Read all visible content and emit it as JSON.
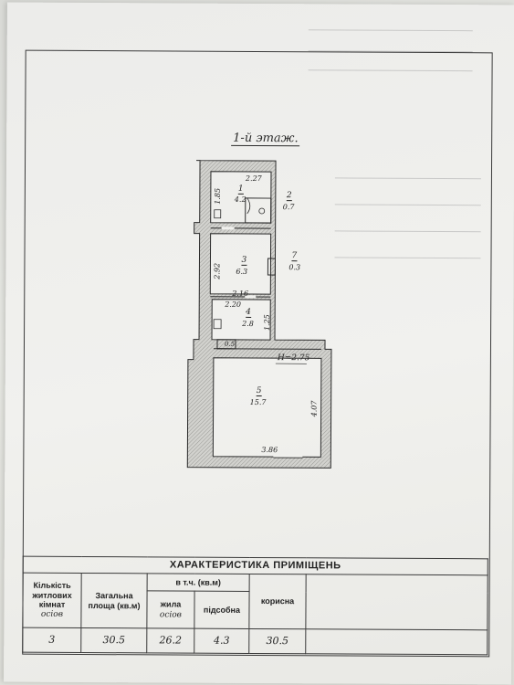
{
  "plan": {
    "floor_title": "1-й этаж.",
    "height_label": "H=2.75",
    "rooms": [
      {
        "no": "1",
        "area": "4.2"
      },
      {
        "no": "2",
        "area": "0.7"
      },
      {
        "no": "3",
        "area": "6.3"
      },
      {
        "no": "4",
        "area": "2.8"
      },
      {
        "no": "5",
        "area": "15.7"
      },
      {
        "no": "7",
        "area": "0.3"
      }
    ],
    "dims": {
      "r1_top": "2.27",
      "r1_side": "1.85",
      "r3_side": "2.92",
      "r3_bottom": "2.16",
      "r4_top": "2.20",
      "r4_side": "1.25",
      "r4_small": "0.5",
      "r5_side": "4.07",
      "r5_bottom": "3.86"
    }
  },
  "table": {
    "title": "ХАРАКТЕРИСТИКА ПРИМІЩЕНЬ",
    "col_rooms": "Кількість житлових кімнат",
    "col_total": "Загальна площа (кв.м)",
    "col_incl": "в т.ч.   (кв.м)",
    "col_living": "жила",
    "col_aux": "підсобна",
    "col_useful": "корисна",
    "rooms_count": "3",
    "total_area": "30.5",
    "living_area": "26.2",
    "aux_area": "4.3",
    "useful_area": "30.5",
    "stamp_rooms": "осіов",
    "stamp_living": "осіов"
  },
  "colors": {
    "paper": "#f0f0ed",
    "ink": "#2a2a2a",
    "wall_fill": "#c9c9c5"
  }
}
